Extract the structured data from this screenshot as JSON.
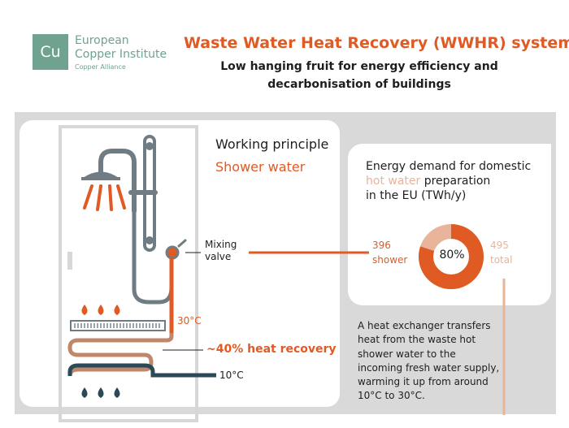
{
  "logo": {
    "symbol": "Cu",
    "line1": "European",
    "line2": "Copper Institute",
    "line3": "Copper Alliance"
  },
  "header": {
    "title": "Waste Water Heat Recovery (WWHR) systems",
    "subtitle_line1": "Low hanging fruit for energy efficiency and",
    "subtitle_line2": "decarbonisation of buildings"
  },
  "diagram": {
    "heading": "Working principle",
    "subheading": "Shower water",
    "mixing_valve_line1": "Mixing",
    "mixing_valve_line2": "valve",
    "hot_temp": "30°C",
    "cold_temp": "10°C",
    "recovery": "~40% heat recovery"
  },
  "energy_demand": {
    "title_line1": "Energy demand for domestic",
    "title_highlight": "hot water",
    "title_line2_rest": " preparation",
    "title_line3": "in the EU (TWh/y)",
    "shower_value": "396",
    "shower_label": "shower",
    "total_value": "495",
    "total_label": "total",
    "share_label": "80%",
    "share_fraction": 0.8
  },
  "description": "A heat exchanger transfers heat from the waste hot shower water to the incoming fresh water supply, warming it up from around 10°C to 30°C.",
  "colors": {
    "orange": "#e05a24",
    "peach": "#e8b49a",
    "pipe_gray": "#6f7c83",
    "dark_blue": "#2a4a58",
    "copper": "#c0876a",
    "brand_green": "#6fa28f",
    "panel_gray": "#d9d9d9"
  }
}
